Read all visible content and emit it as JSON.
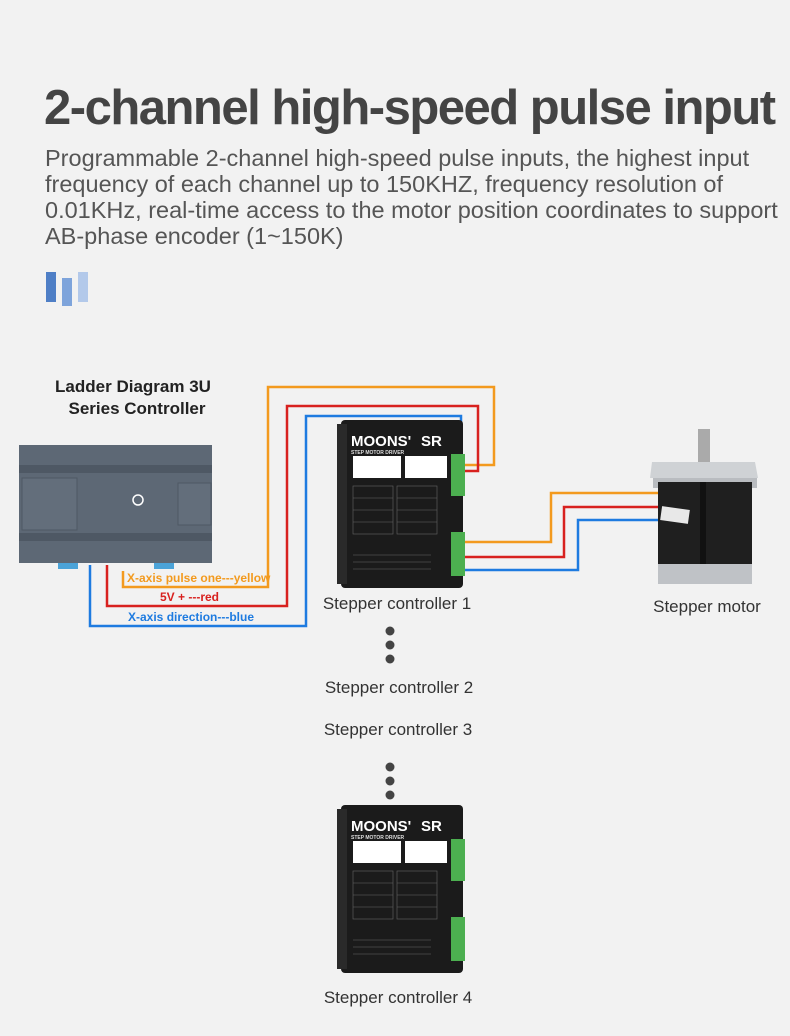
{
  "header": {
    "title": "2-channel high-speed pulse input",
    "description": "Programmable 2-channel high-speed pulse inputs, the highest input frequency of each channel up to 150KHZ, frequency resolution of 0.01KHz, real-time access to the motor position coordinates to support AB-phase encoder (1~150K)"
  },
  "colors": {
    "pulse": "#f39a1e",
    "power": "#d8211f",
    "direction": "#1e7be0",
    "accent_bars": "#5b8fd6"
  },
  "diagram": {
    "controller_label_1": "Ladder Diagram 3U",
    "controller_label_2": "Series Controller",
    "wire_pulse": "X-axis pulse one---yellow",
    "wire_power": "5V + ---red",
    "wire_direction": "X-axis direction---blue",
    "driver_brand": "MOONS'",
    "driver_model": "SR",
    "driver_sub": "STEP MOTOR DRIVER",
    "stepper_1": "Stepper controller 1",
    "stepper_2": "Stepper controller 2",
    "stepper_3": "Stepper controller 3",
    "stepper_4": "Stepper controller 4",
    "motor": "Stepper motor"
  }
}
